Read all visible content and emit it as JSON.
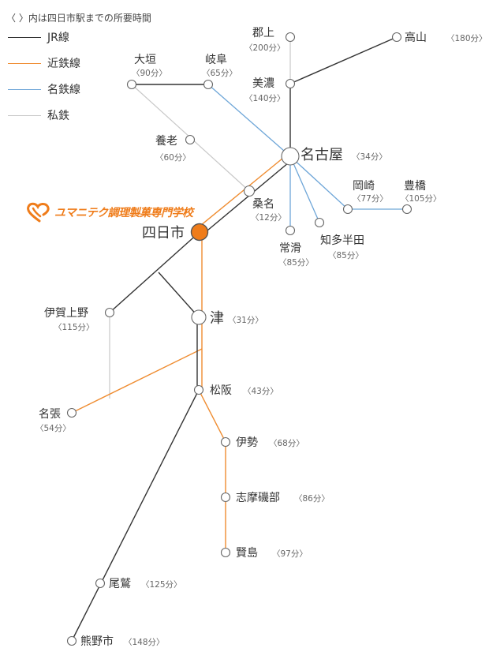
{
  "header_note": "〈 〉内は四日市駅までの所要時間",
  "legend": [
    {
      "label": "JR線",
      "color": "#333333"
    },
    {
      "label": "近鉄線",
      "color": "#ef8c30"
    },
    {
      "label": "名鉄線",
      "color": "#6ea6d8"
    },
    {
      "label": "私鉄",
      "color": "#c8c8c8"
    }
  ],
  "school_logo": "ユマニテク調理製菓専門学校",
  "stations": [
    {
      "id": "gujo",
      "name": "郡上",
      "time": "〈200分〉"
    },
    {
      "id": "takayama",
      "name": "高山",
      "time": "〈180分〉"
    },
    {
      "id": "ogaki",
      "name": "大垣",
      "time": "〈90分〉"
    },
    {
      "id": "gifu",
      "name": "岐阜",
      "time": "〈65分〉"
    },
    {
      "id": "mino",
      "name": "美濃",
      "time": "〈140分〉"
    },
    {
      "id": "yoro",
      "name": "養老",
      "time": "〈60分〉"
    },
    {
      "id": "nagoya",
      "name": "名古屋",
      "time": "〈34分〉"
    },
    {
      "id": "okazaki",
      "name": "岡崎",
      "time": "〈77分〉"
    },
    {
      "id": "toyohashi",
      "name": "豊橋",
      "time": "〈105分〉"
    },
    {
      "id": "kuwana",
      "name": "桑名",
      "time": "〈12分〉"
    },
    {
      "id": "yokkaichi",
      "name": "四日市",
      "time": ""
    },
    {
      "id": "tokoname",
      "name": "常滑",
      "time": "〈85分〉"
    },
    {
      "id": "chitahanda",
      "name": "知多半田",
      "time": "〈85分〉"
    },
    {
      "id": "iga",
      "name": "伊賀上野",
      "time": "〈115分〉"
    },
    {
      "id": "tsu",
      "name": "津",
      "time": "〈31分〉"
    },
    {
      "id": "nabari",
      "name": "名張",
      "time": "〈54分〉"
    },
    {
      "id": "matsusaka",
      "name": "松阪",
      "time": "〈43分〉"
    },
    {
      "id": "ise",
      "name": "伊勢",
      "time": "〈68分〉"
    },
    {
      "id": "shima",
      "name": "志摩磯部",
      "time": "〈86分〉"
    },
    {
      "id": "kashikojima",
      "name": "賢島",
      "time": "〈97分〉"
    },
    {
      "id": "owase",
      "name": "尾鷲",
      "time": "〈125分〉"
    },
    {
      "id": "kumano",
      "name": "熊野市",
      "time": "〈148分〉"
    }
  ]
}
